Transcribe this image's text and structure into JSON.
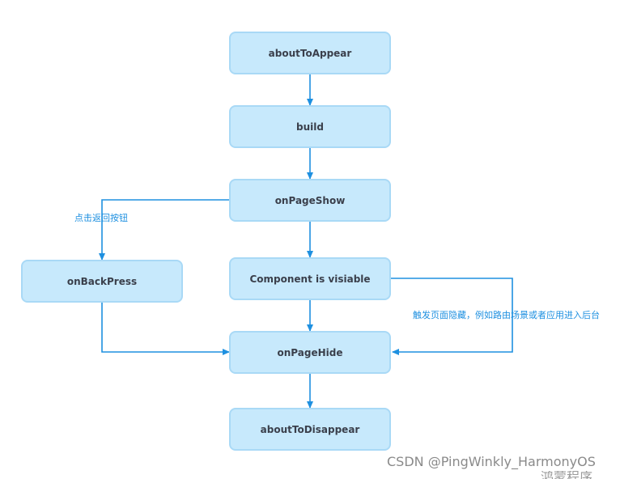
{
  "nodes": {
    "about_to_appear": "aboutToAppear",
    "build": "build",
    "on_page_show": "onPageShow",
    "on_back_press": "onBackPress",
    "component_visible": "Component is visiable",
    "on_page_hide": "onPageHide",
    "about_to_disappear": "aboutToDisappear"
  },
  "edge_labels": {
    "back_click": "点击返回按钮",
    "page_hidden": "触发页面隐藏，例如路由场景或者应用进入后台"
  },
  "watermark": {
    "text": "CSDN @PingWinkly_HarmonyOS",
    "partial": "鸿蒙程序..."
  },
  "colors": {
    "node_fill": "#c7e9fc",
    "node_border": "#a9d9f6",
    "edge": "#1e90e0"
  }
}
